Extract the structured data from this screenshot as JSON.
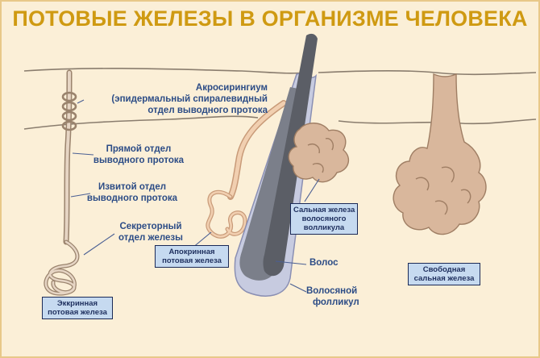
{
  "title": "ПОТОВЫЕ ЖЕЛЕЗЫ В ОРГАНИЗМЕ ЧЕЛОВЕКА",
  "labels": {
    "acrosyringium": [
      "Акросирингиум",
      "(эпидермальный спиралевидный",
      "отдел выводного протока"
    ],
    "straight_duct": [
      "Прямой отдел",
      "выводного протока"
    ],
    "coiled_duct": [
      "Извитой отдел",
      "выводного протока"
    ],
    "secretory": [
      "Секреторный",
      "отдел железы"
    ],
    "hair": "Волос",
    "hair_follicle": [
      "Волосяной",
      "фолликул"
    ]
  },
  "boxes": {
    "eccrine": [
      "Эккринная",
      "потовая железа"
    ],
    "apocrine": [
      "Апокринная",
      "потовая железа"
    ],
    "sebaceous_follicle": [
      "Сальная железа",
      "волосяного",
      "волликула"
    ],
    "free_sebaceous": [
      "Свободная",
      "сальная железа"
    ]
  },
  "colors": {
    "title": "#cf9a12",
    "label_text": "#2c4c86",
    "box_fill": "#c6daf0",
    "gland": "#d9b79c",
    "hair": "#5b5e66",
    "follicle": "#c7cbe0"
  }
}
